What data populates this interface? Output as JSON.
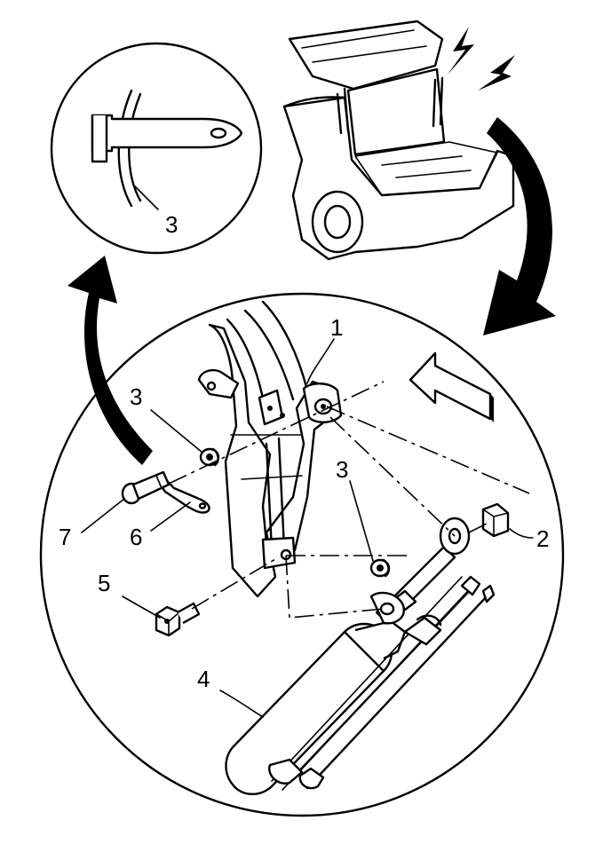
{
  "callouts": {
    "c1": "1",
    "c2": "2",
    "c3_detail": "3",
    "c3_top": "3",
    "c3_mid": "3",
    "c4": "4",
    "c5": "5",
    "c6": "6",
    "c7": "7"
  },
  "colors": {
    "line": "#000000",
    "background": "#ffffff"
  },
  "icons": [
    "spark-icon",
    "curved-arrow-icon",
    "direction-arrow-icon"
  ]
}
